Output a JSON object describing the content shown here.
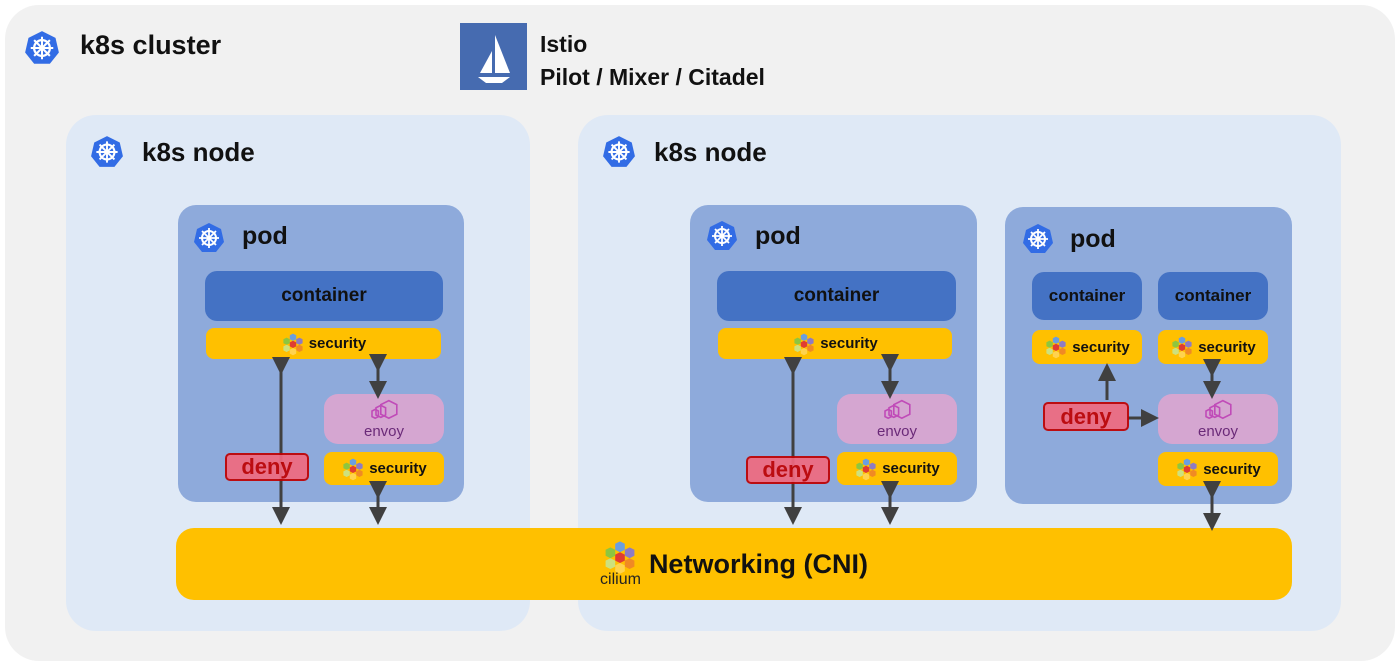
{
  "cluster": {
    "label": "k8s cluster"
  },
  "istio": {
    "line1": "Istio",
    "line2": "Pilot / Mixer / Citadel"
  },
  "nodes": [
    {
      "label": "k8s node"
    },
    {
      "label": "k8s node"
    }
  ],
  "pods": [
    {
      "label": "pod",
      "container": "container",
      "security_top": "security",
      "envoy": "envoy",
      "security_bottom": "security",
      "deny": "deny"
    },
    {
      "label": "pod",
      "container": "container",
      "security_top": "security",
      "envoy": "envoy",
      "security_bottom": "security",
      "deny": "deny"
    },
    {
      "label": "pod",
      "containers": [
        "container",
        "container"
      ],
      "securities": [
        "security",
        "security"
      ],
      "envoy": "envoy",
      "security_bottom": "security",
      "deny": "deny"
    }
  ],
  "networking": {
    "label": "Networking (CNI)",
    "logo_text": "cilium"
  },
  "colors": {
    "security": "#ffc000",
    "container": "#4472c4",
    "pod": "#8eaadb",
    "node": "#dfe9f6",
    "deny": "#f06a7f",
    "envoy": "#d5a6d1"
  }
}
